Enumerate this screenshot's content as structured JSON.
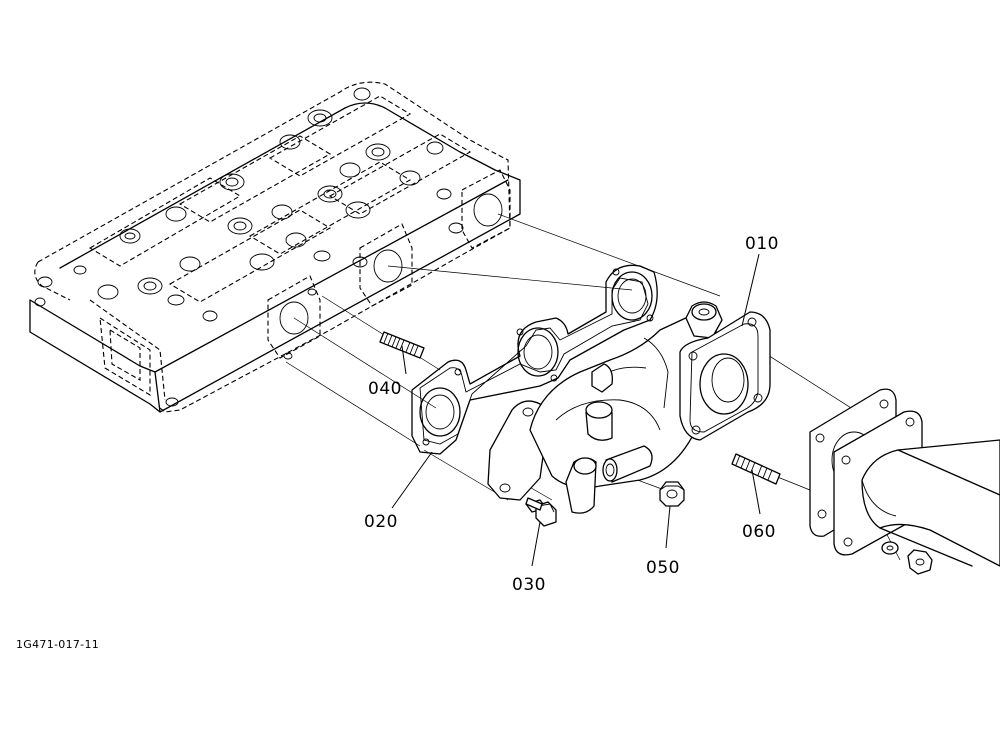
{
  "diagram": {
    "document_id": "1G471-017-11",
    "parts": [
      {
        "ref": "010"
      },
      {
        "ref": "020"
      },
      {
        "ref": "030"
      },
      {
        "ref": "040"
      },
      {
        "ref": "050"
      },
      {
        "ref": "060"
      }
    ]
  }
}
